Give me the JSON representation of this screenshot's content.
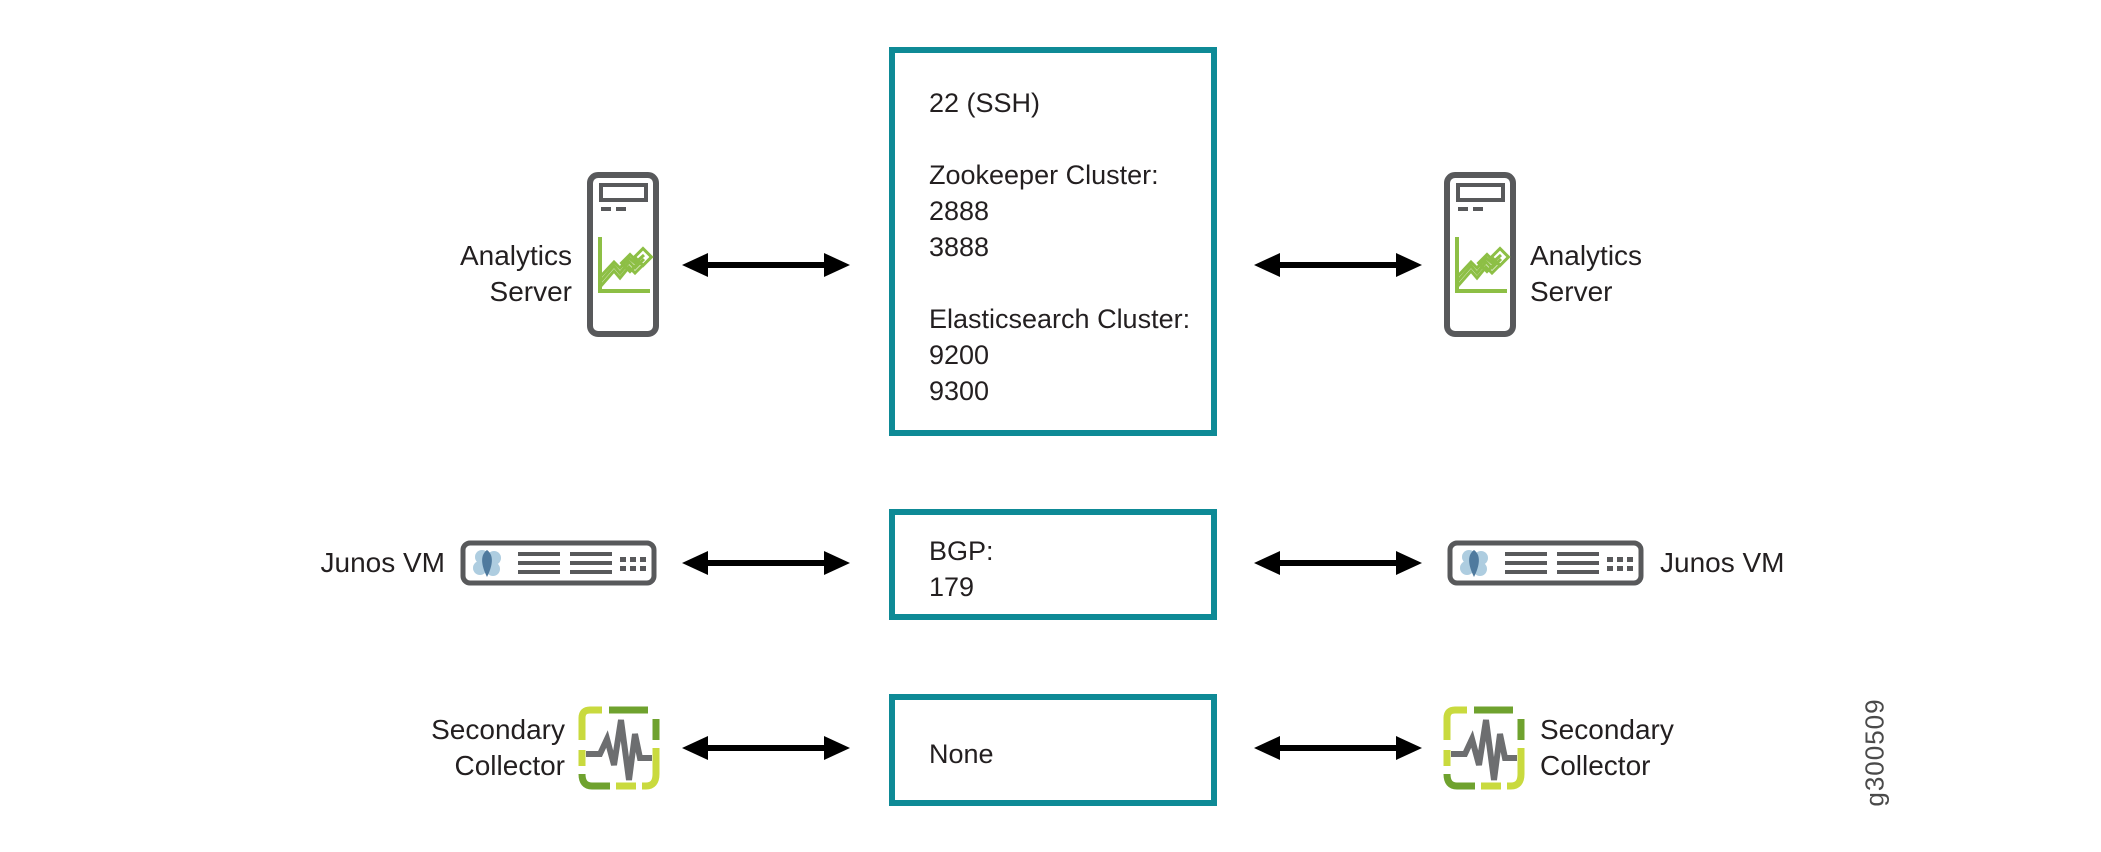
{
  "diagram": {
    "type": "port-connectivity-diagram",
    "description": "Ports used between paired nodes: Analytics Server, Junos VM, Secondary Collector"
  },
  "colors": {
    "teal": "#0e8a96",
    "icon_gray": "#58595b",
    "chart_green": "#8dbf45",
    "coll_green_dark": "#6fa22e",
    "coll_green_light": "#c9da3e",
    "junos_blue_dark": "#4f7a9e",
    "junos_blue_light": "#aecde0",
    "arrow_black": "#000000",
    "text_dark": "#231f20"
  },
  "labels": {
    "analytics_left": {
      "line1": "Analytics",
      "line2": "Server"
    },
    "analytics_right": {
      "line1": "Analytics",
      "line2": "Server"
    },
    "junos_left": "Junos VM",
    "junos_right": "Junos VM",
    "collector_left": {
      "line1": "Secondary",
      "line2": "Collector"
    },
    "collector_right": {
      "line1": "Secondary",
      "line2": "Collector"
    }
  },
  "port_boxes": {
    "analytics": {
      "lines": [
        "22 (SSH)",
        "",
        "Zookeeper Cluster:",
        "2888",
        "3888",
        "",
        "Elasticsearch Cluster:",
        "9200",
        "9300"
      ]
    },
    "junos": {
      "lines": [
        "BGP:",
        "179"
      ]
    },
    "collector": {
      "lines": [
        "None"
      ]
    }
  },
  "figure_id": "g300509",
  "icons": {
    "analytics": "analytics-server-tower-icon",
    "junos": "junos-vm-rack-icon",
    "collector": "secondary-collector-pulse-icon",
    "arrow": "double-headed-arrow-icon"
  }
}
